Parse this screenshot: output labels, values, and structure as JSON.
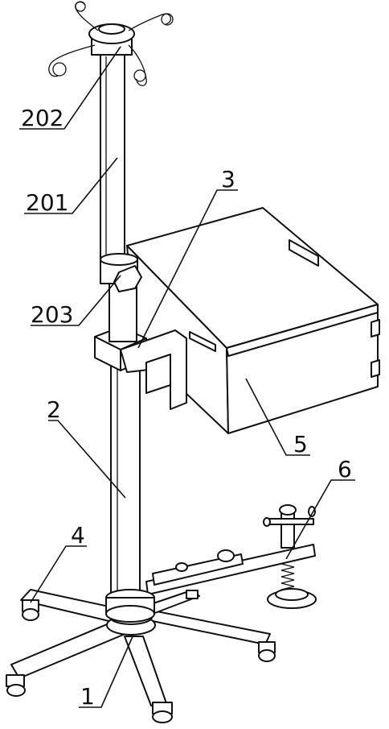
{
  "labels": {
    "l202": "202",
    "l201": "201",
    "l203": "203",
    "l3": "3",
    "l2": "2",
    "l5": "5",
    "l6": "6",
    "l4": "4",
    "l1": "1"
  },
  "colors": {
    "line": "#111111",
    "background": "#ffffff"
  }
}
